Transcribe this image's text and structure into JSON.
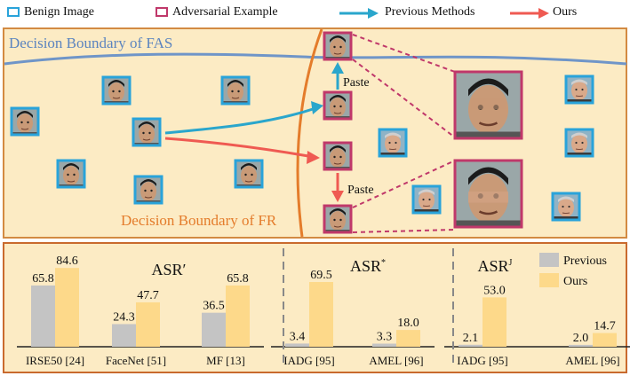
{
  "legend": {
    "benign": "Benign Image",
    "adversarial": "Adversarial Example",
    "previous": "Previous Methods",
    "ours": "Ours"
  },
  "top": {
    "fas_label": "Decision Boundary of FAS",
    "fr_label": "Decision Boundary of FR",
    "paste_label_1": "Paste",
    "paste_label_2": "Paste"
  },
  "colors": {
    "benign_border": "#29a3da",
    "adversarial_border": "#c0386a",
    "previous_arrow": "#2aa6cc",
    "ours_arrow": "#ef5a52",
    "fas_boundary": "#6f95c8",
    "fr_boundary": "#e47c2b",
    "panel_bg": "#fcebc4",
    "bar_previous": "#c4c4c4",
    "bar_ours": "#fdd98a"
  },
  "chart_data": [
    {
      "type": "bar",
      "title": "ASR′",
      "categories": [
        "IRSE50 [24]",
        "FaceNet [51]",
        "MF [13]"
      ],
      "series": [
        {
          "name": "Previous",
          "values": [
            65.8,
            24.3,
            36.5
          ]
        },
        {
          "name": "Ours",
          "values": [
            84.6,
            47.7,
            65.8
          ]
        }
      ],
      "ylim": [
        0,
        100
      ]
    },
    {
      "type": "bar",
      "title": "ASR",
      "title_sup": "*",
      "categories": [
        "IADG [95]",
        "AMEL [96]"
      ],
      "series": [
        {
          "name": "Previous",
          "values": [
            3.4,
            3.3
          ]
        },
        {
          "name": "Ours",
          "values": [
            69.5,
            18.0
          ]
        }
      ],
      "ylim": [
        0,
        100
      ]
    },
    {
      "type": "bar",
      "title": "ASR",
      "title_sup": "J",
      "categories": [
        "IADG [95]",
        "AMEL [96]"
      ],
      "series": [
        {
          "name": "Previous",
          "values": [
            2.1,
            2.0
          ]
        },
        {
          "name": "Ours",
          "values": [
            53.0,
            14.7
          ]
        }
      ],
      "ylim": [
        0,
        100
      ],
      "legend_position": "top-right"
    }
  ],
  "chart_legend": {
    "previous": "Previous",
    "ours": "Ours"
  }
}
